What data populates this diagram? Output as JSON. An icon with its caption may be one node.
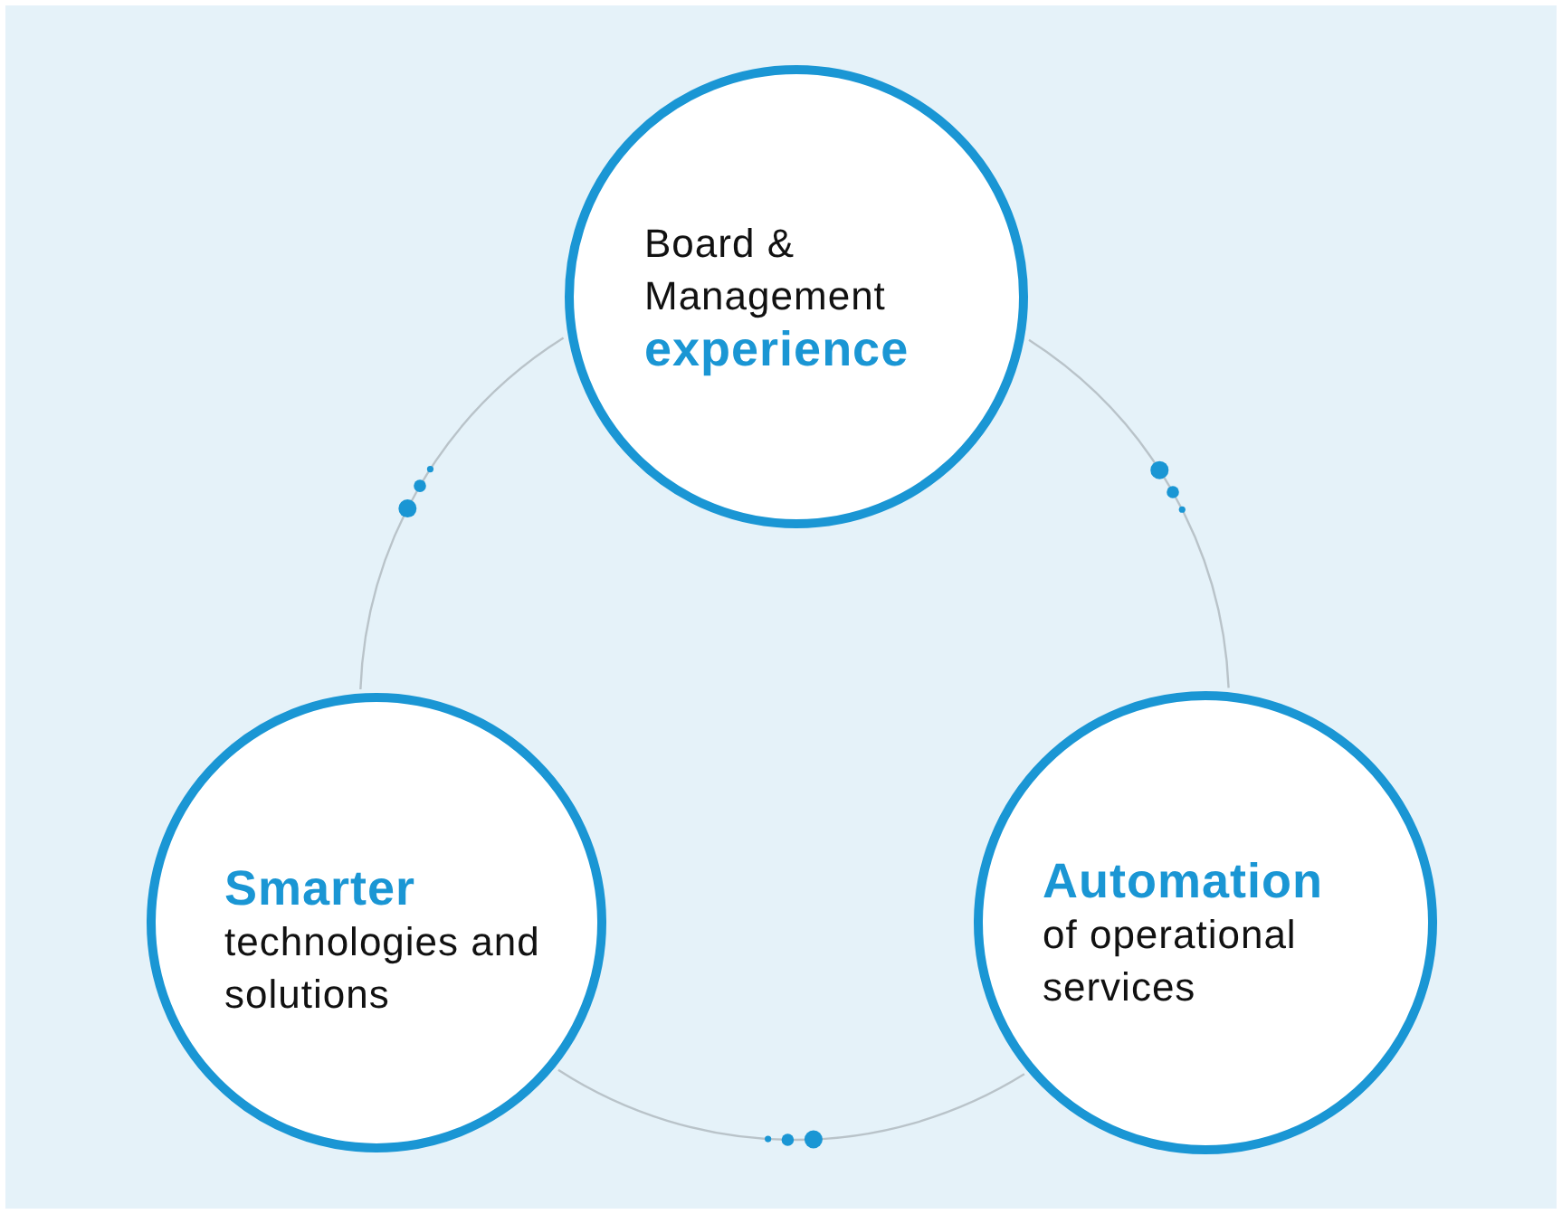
{
  "diagram": {
    "nodes": [
      {
        "text": [
          "Board & Management",
          "experience"
        ]
      },
      {
        "text": [
          "Smarter",
          "technologies and solutions"
        ]
      },
      {
        "text": [
          "Automation",
          "of operational services"
        ]
      }
    ],
    "edges": [
      {
        "from": 0,
        "to": 2,
        "arrow": "none"
      },
      {
        "from": 2,
        "to": 1,
        "arrow": "none"
      },
      {
        "from": 1,
        "to": 0,
        "arrow": "none"
      }
    ]
  }
}
